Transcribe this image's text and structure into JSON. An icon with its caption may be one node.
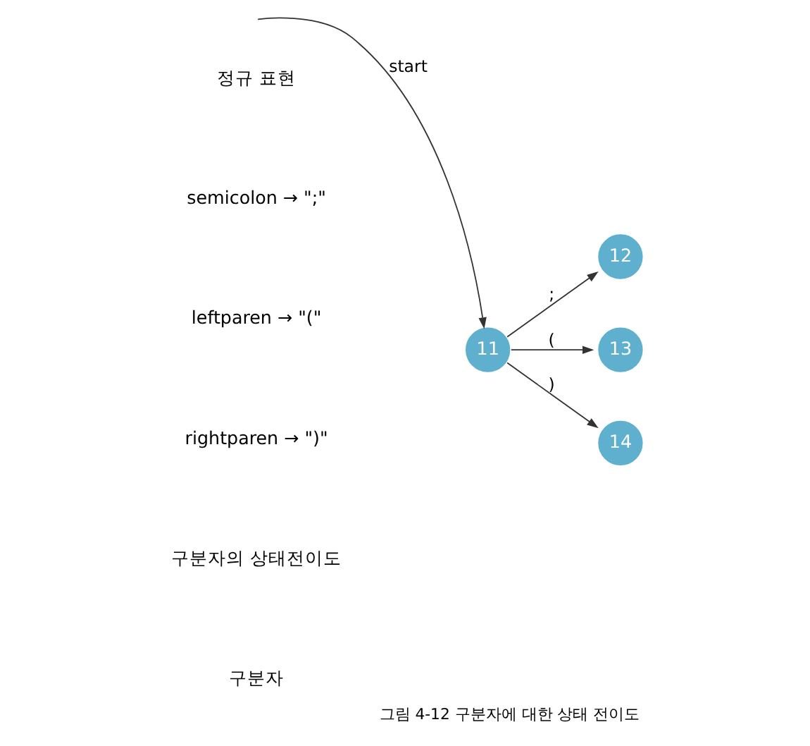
{
  "diagram": {
    "caption": "그림 4-12 구분자에 대한 상태 전이도",
    "nodes": [
      {
        "text": [
          "11"
        ]
      },
      {
        "text": [
          "12"
        ]
      },
      {
        "text": [
          "13"
        ]
      },
      {
        "text": [
          "14"
        ]
      }
    ],
    "edges": [
      {
        "from": null,
        "to": 0,
        "arrow": "to",
        "label": "start"
      },
      {
        "from": 0,
        "to": 1,
        "arrow": "to",
        "label": ";"
      },
      {
        "from": 0,
        "to": 2,
        "arrow": "to",
        "label": "("
      },
      {
        "from": 0,
        "to": 3,
        "arrow": "to",
        "label": ")"
      }
    ],
    "labels": [
      "정규 표현",
      "semicolon → \";\"",
      "leftparen → \"(\"",
      "rightparen → \")\"",
      "구분자의 상태전이도",
      "구분자"
    ]
  }
}
